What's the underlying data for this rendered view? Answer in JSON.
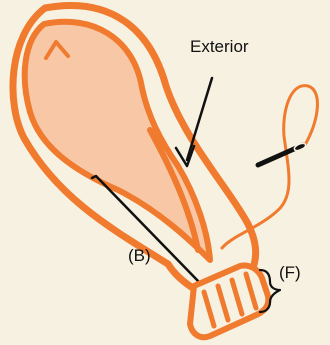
{
  "labels": {
    "exterior": "Exterior",
    "b": "(B)",
    "f": "(F)"
  },
  "colors": {
    "background": "#f7f1e1",
    "outline": "#f07a2e",
    "fill": "#f8c7a6",
    "ink": "#111111"
  },
  "icons": {
    "needle": "sewing-needle-icon"
  }
}
